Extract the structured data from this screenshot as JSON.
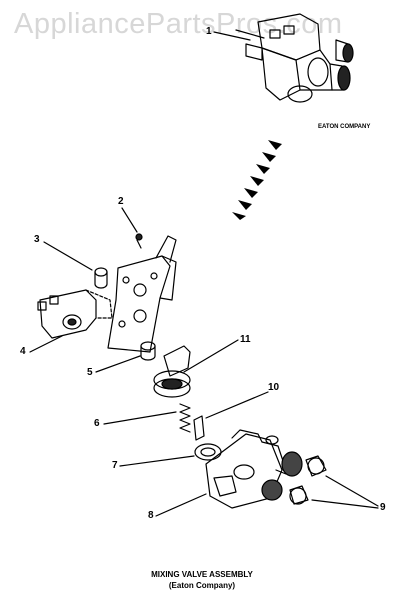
{
  "watermark": "AppliancePartsPros.com",
  "top_label": "EATON COMPANY",
  "callouts": [
    "1",
    "2",
    "3",
    "4",
    "5",
    "6",
    "7",
    "8",
    "9",
    "10",
    "11"
  ],
  "caption": {
    "line1": "MIXING VALVE ASSEMBLY",
    "line2": "(Eaton Company)"
  }
}
